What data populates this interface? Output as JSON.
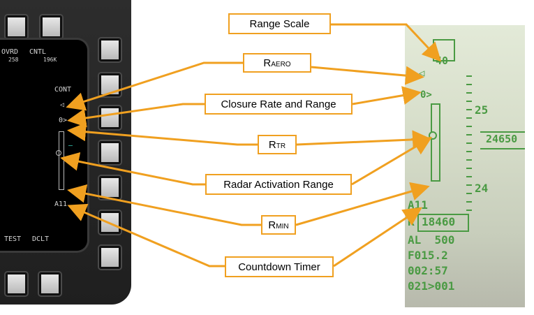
{
  "mfd": {
    "top_labels": [
      "OVRD",
      "CNTL"
    ],
    "top_values": [
      "258",
      "196K"
    ],
    "cont_label": "CONT",
    "raero_symbol": "◁",
    "closure_symbol": "0>",
    "timer_value": "A11",
    "bottom_labels": [
      "TEST",
      "DCLT"
    ]
  },
  "hud": {
    "range_scale": "40",
    "tick_upper": "25",
    "tick_lower": "24",
    "altitude": "24650",
    "timer": "A11",
    "range_box": "18460",
    "range_prefix": "R",
    "lines": [
      "AL  500",
      "F015.2",
      "002:57",
      "021>001"
    ],
    "raero_symbol": "◁",
    "closure_symbol": "0>",
    "symbol_color": "#4a9a43"
  },
  "callouts": {
    "range_scale": "Range Scale",
    "raero_main": "R",
    "raero_sub": "AERO",
    "closure": "Closure Rate and Range",
    "rtr_main": "R",
    "rtr_sub": "TR",
    "radar_activation": "Radar Activation Range",
    "rmin_main": "R",
    "rmin_sub": "MIN",
    "countdown": "Countdown Timer"
  },
  "colors": {
    "arrow": "#f0a020",
    "callout_border": "#f0a020"
  }
}
